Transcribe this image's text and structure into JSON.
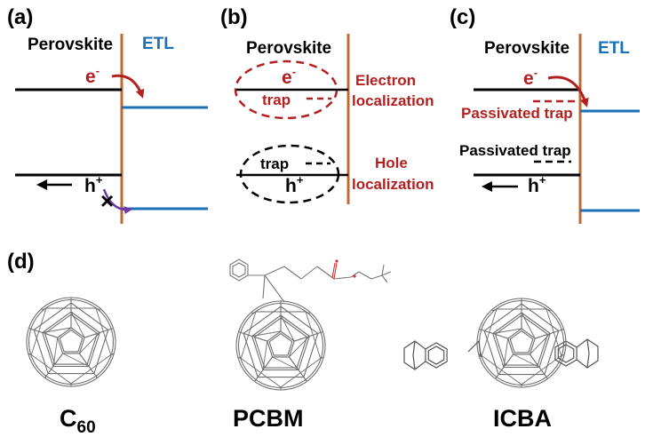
{
  "colors": {
    "text": "#000000",
    "etl_blue": "#1a6fb5",
    "interface_orange": "#c0682f",
    "trap_red": "#b41f1f",
    "blocked_arrow_purple": "#6a3aa8",
    "molecule_stroke": "#6e6e6e"
  },
  "panel_a": {
    "label": "(a)",
    "left_title": "Perovskite",
    "right_title": "ETL",
    "electron": "e",
    "electron_sup": "-",
    "hole": "h",
    "hole_sup": "+",
    "blocked_mark": "×"
  },
  "panel_b": {
    "label": "(b)",
    "title": "Perovskite",
    "electron": "e",
    "electron_sup": "-",
    "trap_top": "trap",
    "trap_bottom": "trap",
    "hole": "h",
    "hole_sup": "+",
    "electron_loc_line1": "Electron",
    "electron_loc_line2": "localization",
    "hole_loc_line1": "Hole",
    "hole_loc_line2": "localization"
  },
  "panel_c": {
    "label": "(c)",
    "left_title": "Perovskite",
    "right_title": "ETL",
    "electron": "e",
    "electron_sup": "-",
    "passivated_top": "Passivated trap",
    "passivated_bottom": "Passivated trap",
    "hole": "h",
    "hole_sup": "+"
  },
  "panel_d": {
    "label": "(d)",
    "molecules": [
      {
        "name": "C",
        "subscript": "60",
        "icon": "fullerene-c60"
      },
      {
        "name": "PCBM",
        "subscript": "",
        "icon": "fullerene-pcbm"
      },
      {
        "name": "ICBA",
        "subscript": "",
        "icon": "fullerene-icba"
      }
    ]
  }
}
